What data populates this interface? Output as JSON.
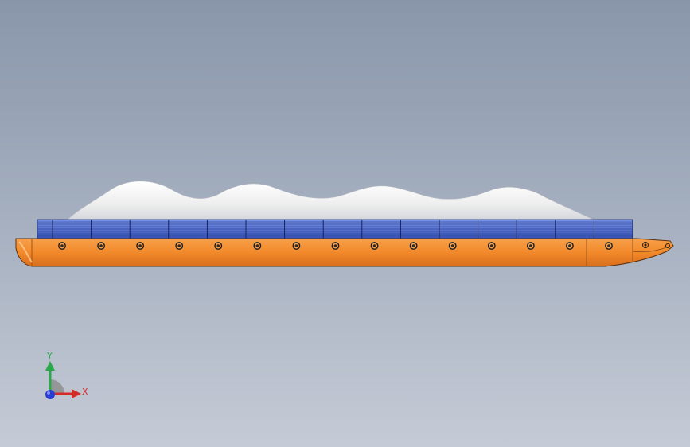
{
  "viewport": {
    "background_top": "#8996aa",
    "background_bottom": "#c5cbd6"
  },
  "model": {
    "name": "barge-assembly",
    "hull_color": "#f2892a",
    "hull_dark": "#c9651a",
    "cargo_rack_color": "#3f62c8",
    "cargo_rack_light": "#6d8ae0",
    "cargo_pile_color": "#f2f2f2",
    "porthole_count": 15
  },
  "triad": {
    "x_label": "X",
    "y_label": "Y",
    "x_color": "#d42a2a",
    "y_color": "#2aa84a",
    "z_color": "#2a3ad4"
  }
}
